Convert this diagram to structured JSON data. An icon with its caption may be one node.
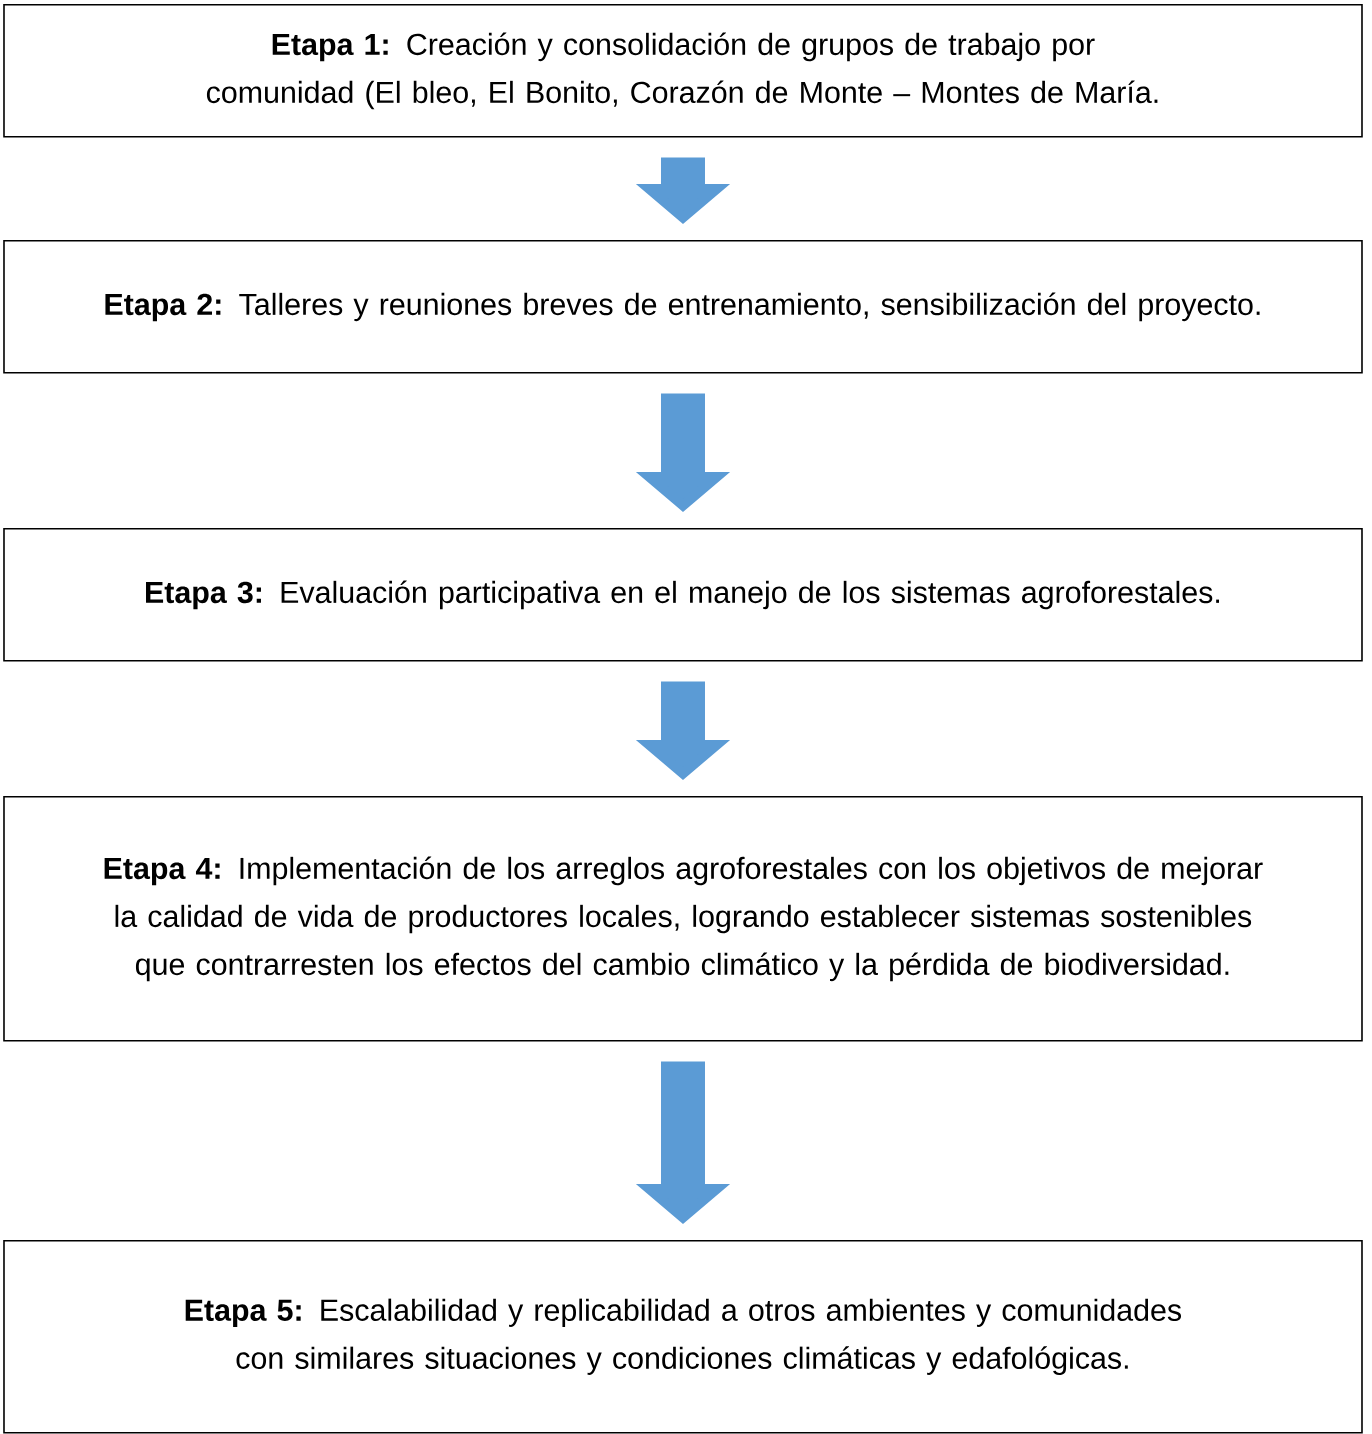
{
  "diagram": {
    "nodes": [
      {
        "text": [
          "**Etapa 1:** Creación y consolidación de grupos de trabajo por comunidad (El bleo, El Bonito, Corazón de Monte – Montes de María."
        ]
      },
      {
        "text": [
          "**Etapa 2:** Talleres y reuniones breves de entrenamiento, sensibilización del proyecto."
        ]
      },
      {
        "text": [
          "**Etapa 3:** Evaluación participativa en el manejo de los sistemas agroforestales."
        ]
      },
      {
        "text": [
          "**Etapa 4:**  Implementación de los arreglos agroforestales con los objetivos de mejorar la calidad de vida de productores locales, logrando establecer sistemas sostenibles que contrarresten los efectos del cambio climático y la pérdida de biodiversidad."
        ]
      },
      {
        "text": [
          "**Etapa 5:**  Escalabilidad y replicabilidad a otros ambientes y comunidades con similares situaciones y condiciones climáticas y edafológicas."
        ]
      }
    ],
    "edges": [
      {
        "from": 0,
        "to": 1,
        "arrow": "to"
      },
      {
        "from": 1,
        "to": 2,
        "arrow": "to"
      },
      {
        "from": 2,
        "to": 3,
        "arrow": "to"
      },
      {
        "from": 3,
        "to": 4,
        "arrow": "to"
      }
    ]
  }
}
